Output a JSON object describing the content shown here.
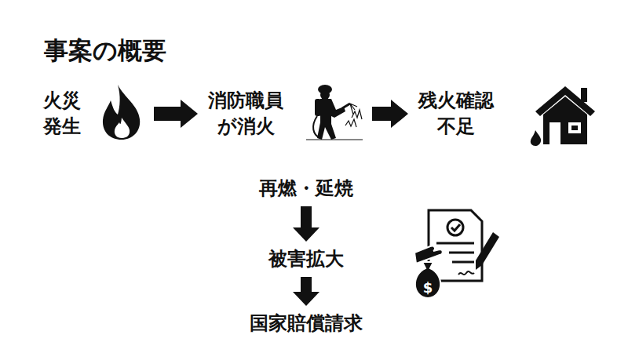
{
  "diagram": {
    "title": "事案の概要",
    "nodes": [
      {
        "text": [
          "火災 発生"
        ]
      },
      {
        "text": [
          "消防職員 が消火"
        ]
      },
      {
        "text": [
          "残火確認 不足"
        ]
      },
      {
        "text": [
          "再燃・延焼"
        ]
      },
      {
        "text": [
          "被害拡大"
        ]
      },
      {
        "text": [
          "国家賠償請求"
        ]
      }
    ],
    "edges": [
      {
        "from": 0,
        "to": 1,
        "arrow": "to"
      },
      {
        "from": 1,
        "to": 2,
        "arrow": "to"
      },
      {
        "from": 3,
        "to": 4,
        "arrow": "to"
      },
      {
        "from": 4,
        "to": 5,
        "arrow": "to"
      }
    ]
  }
}
